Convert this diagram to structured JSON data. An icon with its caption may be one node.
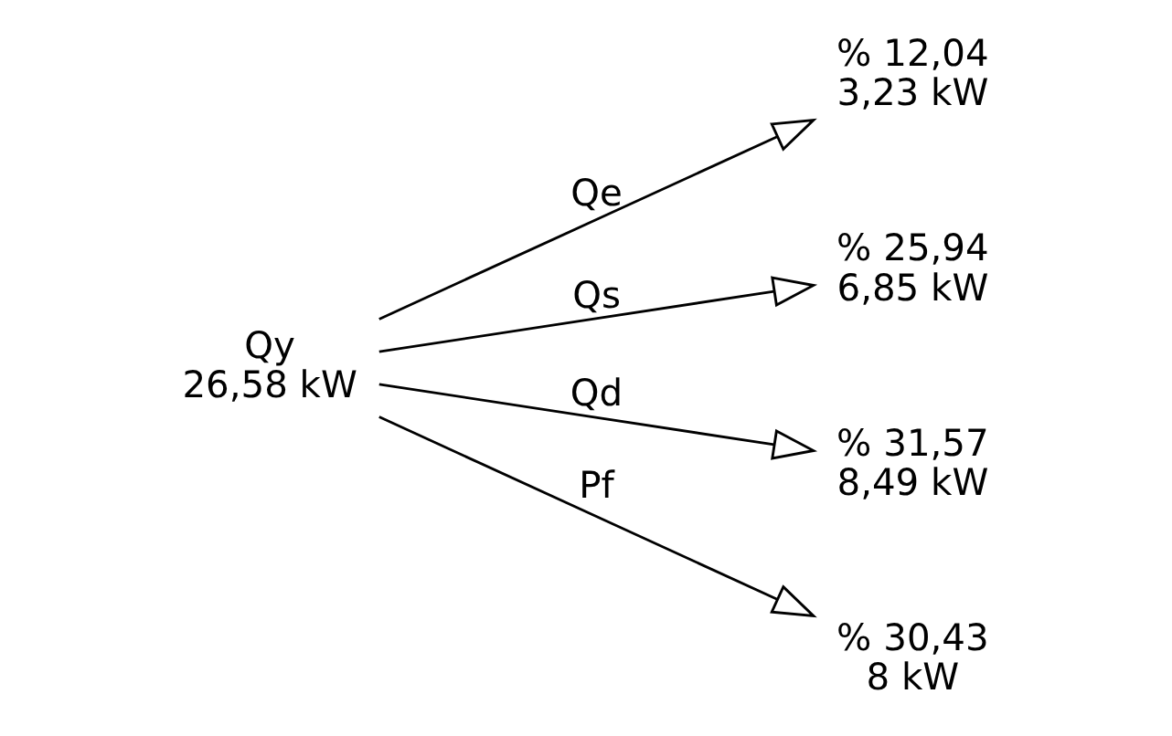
{
  "diagram": {
    "nodes": [
      {
        "text": [
          "Qy",
          "26,58 kW"
        ]
      },
      {
        "text": [
          "% 12,04",
          "3,23 kW"
        ]
      },
      {
        "text": [
          "% 25,94",
          "6,85 kW"
        ]
      },
      {
        "text": [
          "% 31,57",
          "8,49 kW"
        ]
      },
      {
        "text": [
          "% 30,43",
          "8 kW"
        ]
      }
    ],
    "edges": [
      {
        "from": 0,
        "to": 1,
        "arrow": "to",
        "label": "Qe"
      },
      {
        "from": 0,
        "to": 2,
        "arrow": "to",
        "label": "Qs"
      },
      {
        "from": 0,
        "to": 3,
        "arrow": "to",
        "label": "Qd"
      },
      {
        "from": 0,
        "to": 4,
        "arrow": "to",
        "label": "Pf"
      }
    ]
  }
}
